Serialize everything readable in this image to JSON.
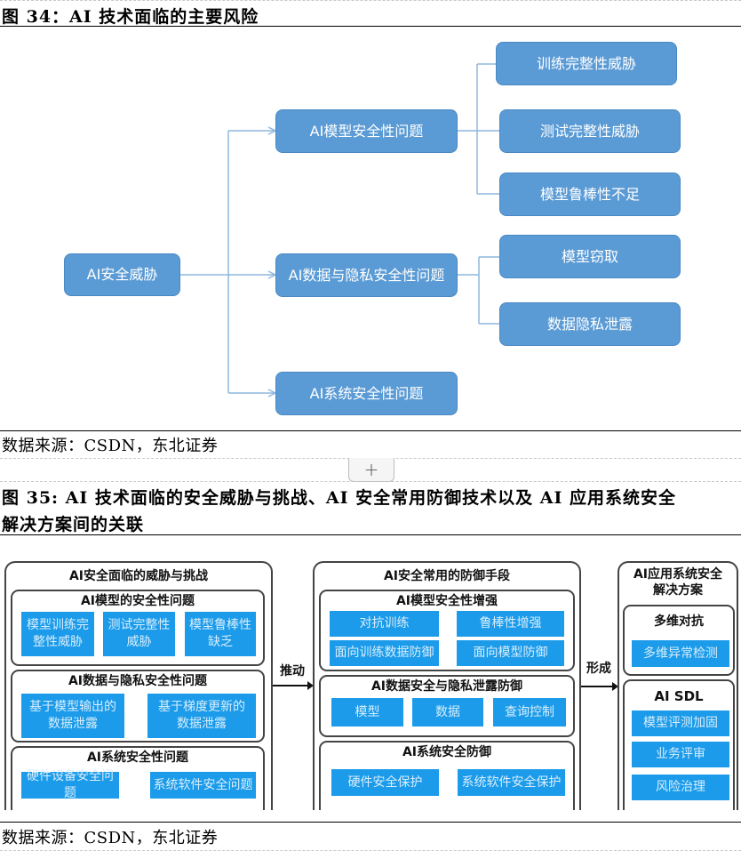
{
  "figure34": {
    "title": "图 34：AI 技术面临的主要风险",
    "root": "AI安全威胁",
    "branches": [
      {
        "label": "AI模型安全性问题",
        "children": [
          "训练完整性威胁",
          "测试完整性威胁",
          "模型鲁棒性不足"
        ]
      },
      {
        "label": "AI数据与隐私安全性问题",
        "children": [
          "模型窃取",
          "数据隐私泄露"
        ]
      },
      {
        "label": "AI系统安全性问题",
        "children": []
      }
    ],
    "source": "数据来源：CSDN，东北证券",
    "node_color": "#5b9bd5",
    "line_color": "#8db7de"
  },
  "divider": {
    "add_button_label": "+"
  },
  "figure35": {
    "title_line1": "图 35: AI 技术面临的安全威胁与挑战、AI 安全常用防御技术以及 AI 应用系统安全",
    "title_line2": "解决方案间的关联",
    "columns": [
      {
        "title": "AI安全面临的威胁与挑战",
        "groups": [
          {
            "title": "AI模型的安全性问题",
            "items": [
              "模型训练完\n整性威胁",
              "测试完整性\n威胁",
              "模型鲁棒性\n缺乏"
            ]
          },
          {
            "title": "AI数据与隐私安全性问题",
            "items": [
              "基于模型输出的\n数据泄露",
              "基于梯度更新的\n数据泄露"
            ]
          },
          {
            "title": "AI系统安全性问题",
            "items": [
              "硬件设备安全问题",
              "系统软件安全问题"
            ]
          }
        ]
      },
      {
        "title": "AI安全常用的防御手段",
        "groups": [
          {
            "title": "AI模型安全性增强",
            "items": [
              "对抗训练",
              "鲁棒性增强",
              "面向训练数据防御",
              "面向模型防御"
            ]
          },
          {
            "title": "AI数据安全与隐私泄露防御",
            "items": [
              "模型",
              "数据",
              "查询控制"
            ]
          },
          {
            "title": "AI系统安全防御",
            "items": [
              "硬件安全保护",
              "系统软件安全保护"
            ]
          }
        ]
      },
      {
        "title": "AI应用系统安全\n解决方案",
        "groups": [
          {
            "title": "多维对抗",
            "items": [
              "多维异常检测"
            ]
          },
          {
            "title": "AI SDL",
            "items": [
              "模型评测加固",
              "业务评审",
              "风险治理"
            ]
          }
        ]
      }
    ],
    "arrows": [
      "推动",
      "形成"
    ],
    "source": "数据来源：CSDN，东北证券",
    "cell_color": "#1b9bea"
  }
}
